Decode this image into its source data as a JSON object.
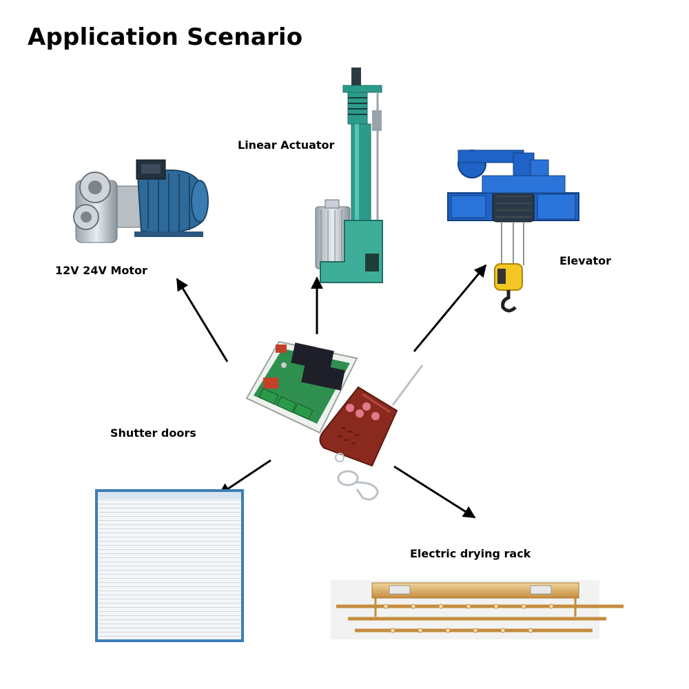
{
  "title": "Application Scenario",
  "labels": {
    "actuator": "Linear Actuator",
    "motor": "12V 24V Motor",
    "elevator": "Elevator",
    "shutter": "Shutter doors",
    "rack": "Electric drying rack"
  },
  "icons": {
    "actuator": "linear-actuator-icon",
    "motor": "motor-pump-icon",
    "elevator": "hoist-icon",
    "shutter": "shutter-door-icon",
    "rack": "drying-rack-icon",
    "receiver": "relay-board-icon",
    "remote": "remote-control-icon"
  },
  "colors": {
    "actuator": "#2c9a8a",
    "motor": "#2e6a9a",
    "hoist": "#1f63c6",
    "hook_block": "#f3c623",
    "shutter_frame": "#3a7fb8",
    "rack": "#d7a35a",
    "pcb": "#2f8f4e",
    "relay": "#1f1f2a",
    "remote": "#8a2a1e"
  }
}
